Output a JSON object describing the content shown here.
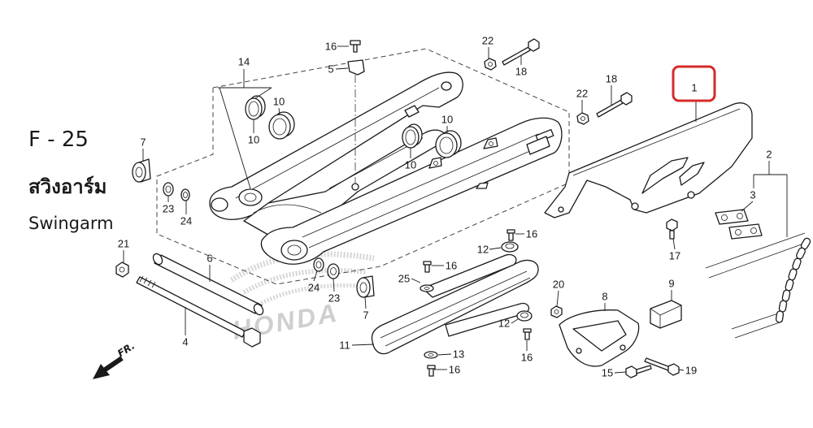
{
  "page": {
    "background": "#ffffff",
    "line_color": "#1a1a1a"
  },
  "header": {
    "code": "F - 25",
    "title_th": "สวิงอาร์ม",
    "title_en": "Swingarm"
  },
  "direction_marker": {
    "label": "FR."
  },
  "watermark": {
    "text": "HONDA",
    "color": "#cfcfcf"
  },
  "highlight": {
    "callout": "1",
    "color": "#d62b2b"
  },
  "callouts": [
    "16",
    "5",
    "14",
    "10",
    "10",
    "10",
    "10",
    "22",
    "18",
    "22",
    "18",
    "1",
    "7",
    "23",
    "24",
    "2",
    "3",
    "17",
    "21",
    "6",
    "12",
    "16",
    "25",
    "16",
    "4",
    "24",
    "23",
    "7",
    "20",
    "8",
    "9",
    "11",
    "12",
    "16",
    "13",
    "16",
    "15",
    "19"
  ]
}
